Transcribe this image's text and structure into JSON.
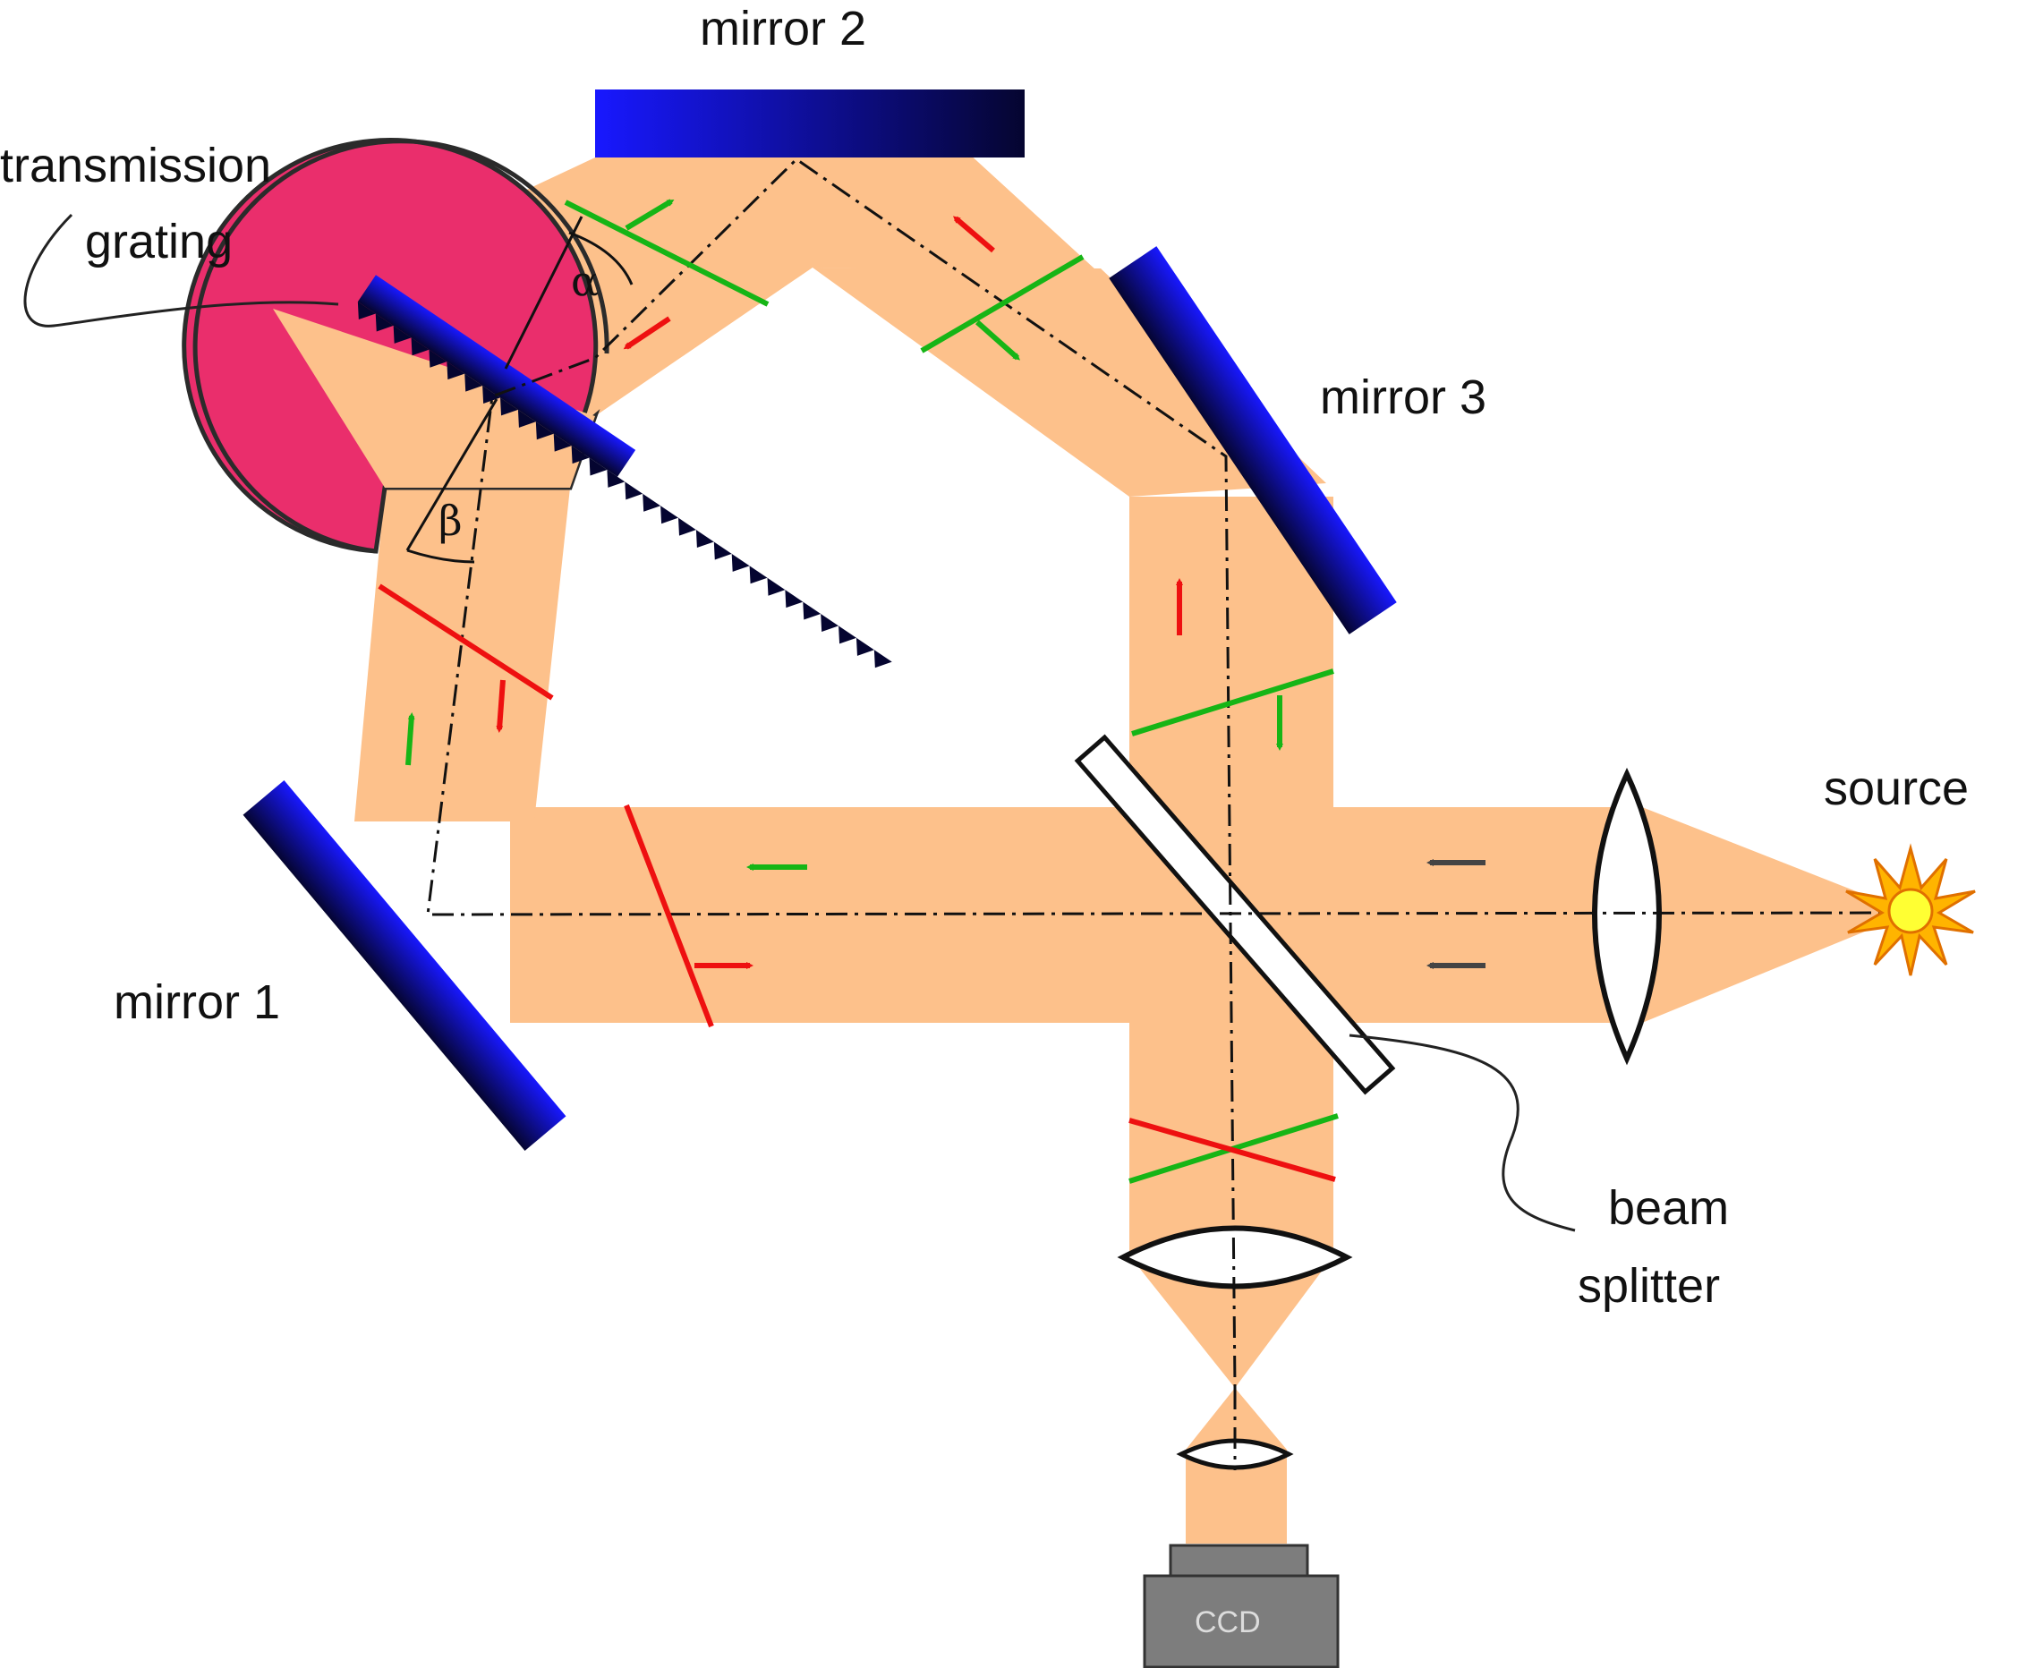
{
  "labels": {
    "transmission_grating_line1": "transmission",
    "transmission_grating_line2": "grating",
    "mirror1": "mirror 1",
    "mirror2": "mirror 2",
    "mirror3": "mirror 3",
    "source": "source",
    "beam_splitter_line1": "beam",
    "beam_splitter_line2": "splitter",
    "ccd": "CCD",
    "alpha": "α",
    "beta": "β"
  },
  "colors": {
    "beam": "#fdc18b",
    "mirror_dark": "#050530",
    "mirror_light": "#1818ff",
    "grating_disc": "#ea2e6c",
    "wavefront_green": "#16b516",
    "wavefront_red": "#ee1010",
    "arrow_dark": "#444444",
    "ccd_body": "#7d7d7d"
  }
}
